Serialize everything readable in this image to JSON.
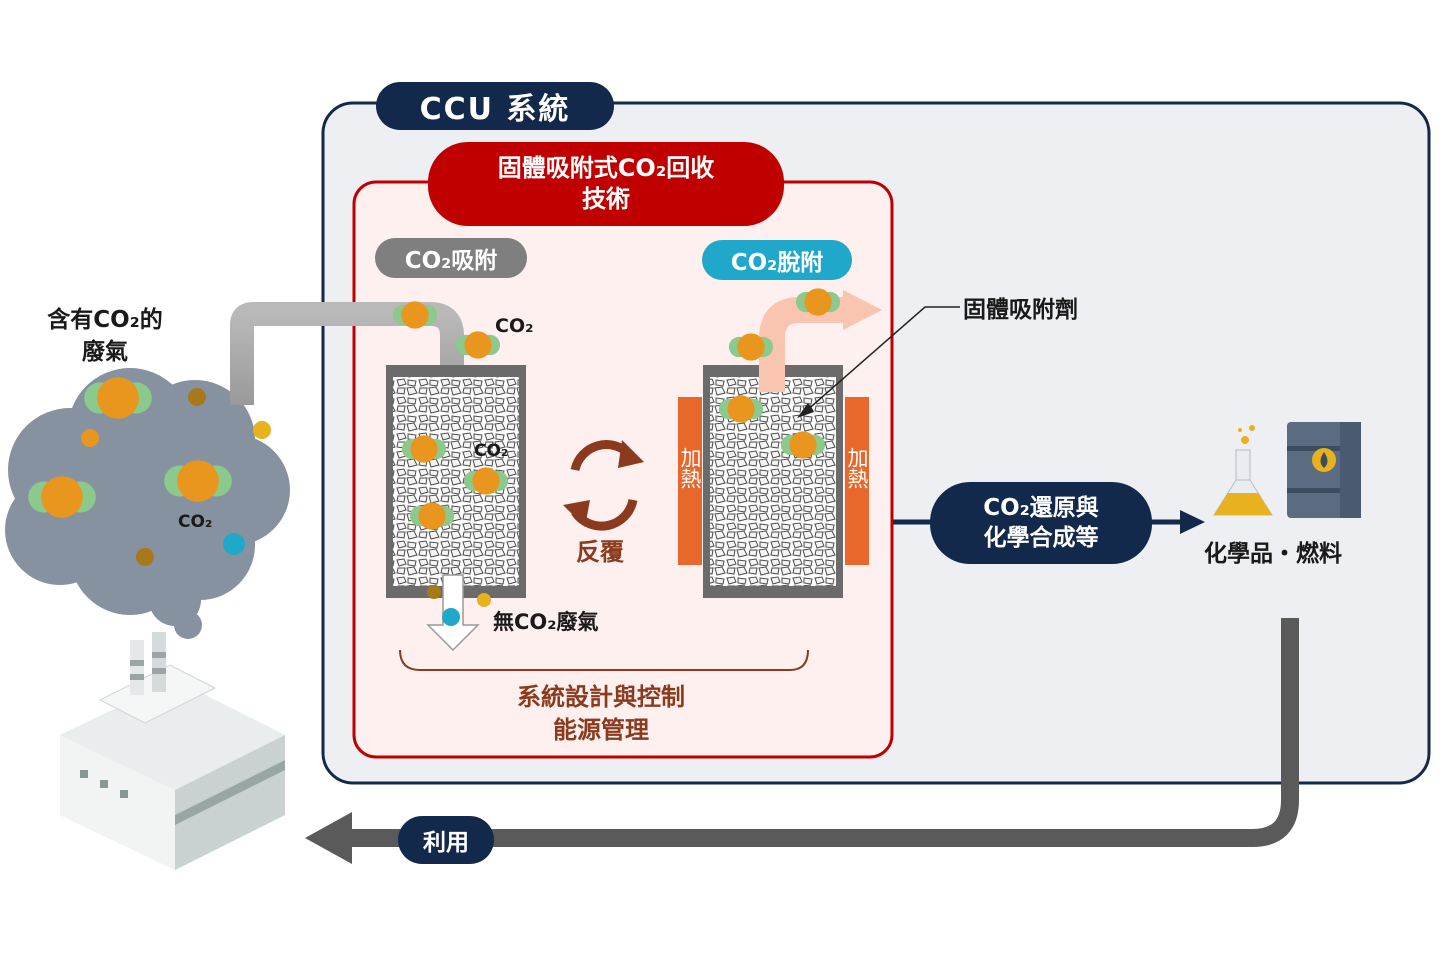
{
  "ccu_system": {
    "title": "CCU 系統"
  },
  "capture_tech": {
    "line1": "固體吸附式CO₂回收",
    "line2": "技術"
  },
  "adsorption": {
    "label": "CO₂吸附"
  },
  "desorption": {
    "label": "CO₂脫附"
  },
  "solid_adsorbent": {
    "label": "固體吸附劑"
  },
  "exhaust": {
    "line1": "含有CO₂的",
    "line2": "廢氣"
  },
  "co2_tag": "CO₂",
  "heating_label": "加熱",
  "repeat_label": "反覆",
  "co2_free_exhaust": "無CO₂廢氣",
  "system_design": {
    "line1": "系統設計與控制",
    "line2": "能源管理"
  },
  "reduction": {
    "line1": "CO₂還原與",
    "line2": "化學合成等"
  },
  "products": "化學品・燃料",
  "utilization": "利用",
  "colors": {
    "navy": "#13294b",
    "red": "#c00000",
    "gray_pill": "#7f7f7f",
    "cyan": "#1fa8c9",
    "orange": "#e8961e",
    "green": "#8cc98c",
    "heater": "#e8672a",
    "brown_text": "#8b3a1e",
    "panel_bg": "#eeeff2",
    "tech_bg": "#fdf0ef"
  }
}
